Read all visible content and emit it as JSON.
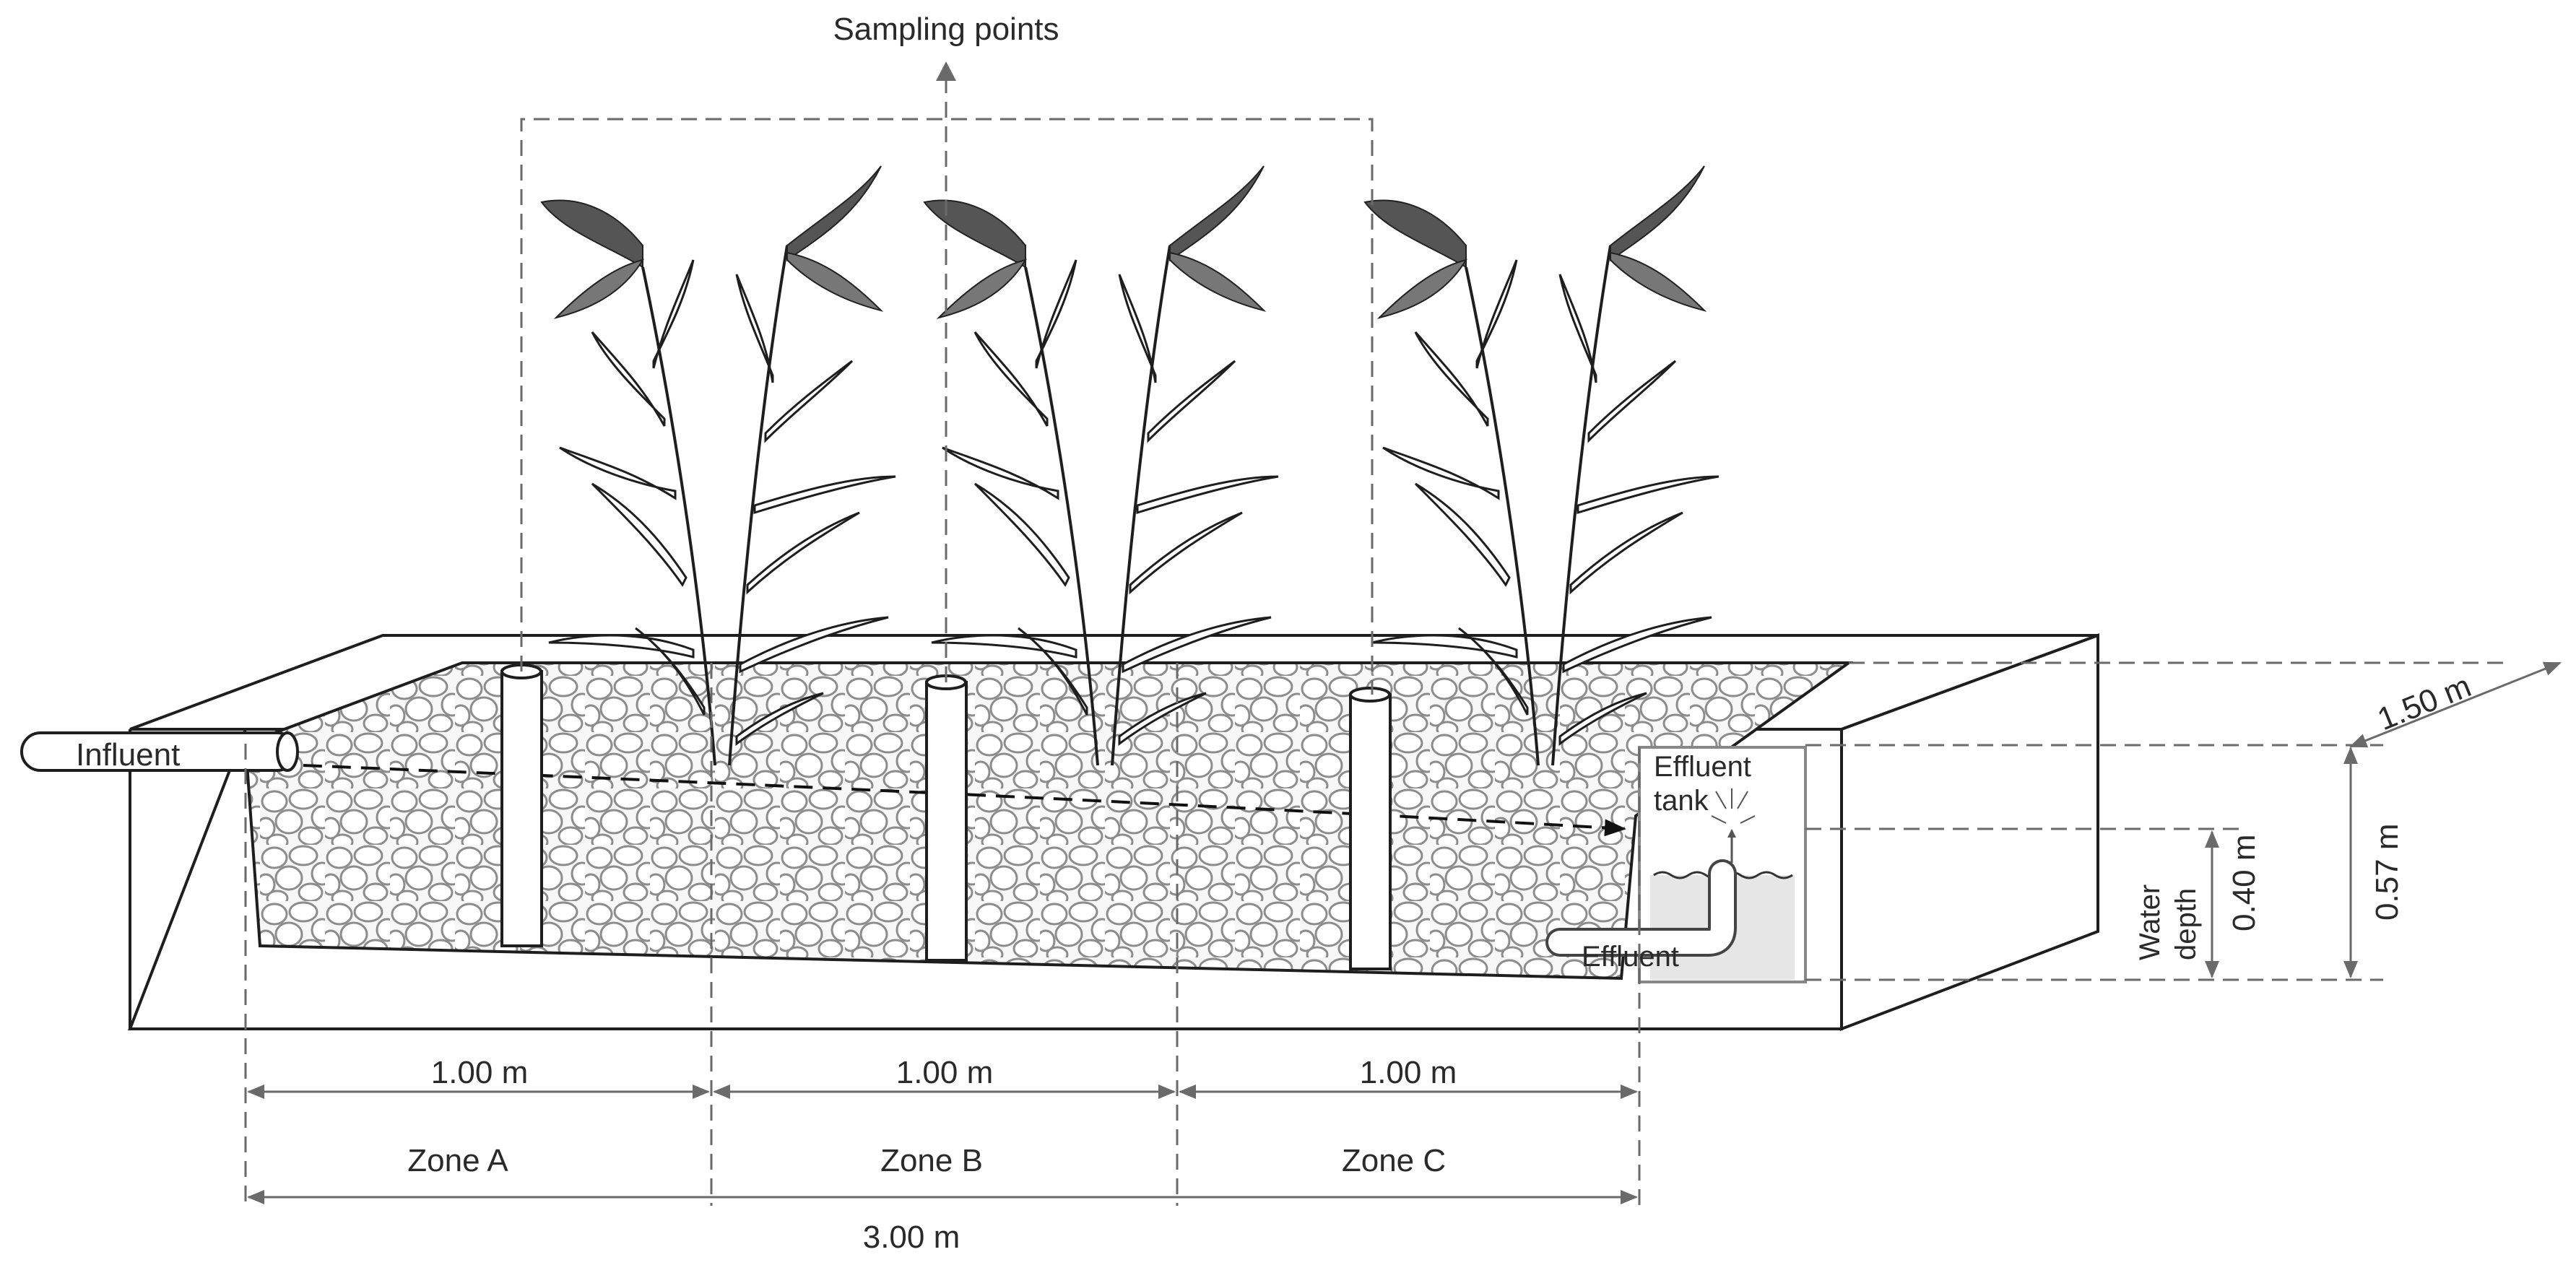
{
  "labels": {
    "sampling_points": "Sampling points",
    "influent": "Influent",
    "effluent_tank": [
      "Effluent",
      "tank"
    ],
    "effluent": "Effluent",
    "water_depth": [
      "Water",
      "depth"
    ],
    "width": "1.50 m",
    "height_total": "0.57 m",
    "height_water": "0.40 m",
    "zone_lengths": [
      "1.00 m",
      "1.00 m",
      "1.00 m"
    ],
    "zones": [
      "Zone A",
      "Zone B",
      "Zone C"
    ],
    "total_length": "3.00 m"
  },
  "colors": {
    "outline": "#1e1e1e",
    "dimension": "#6a6a6a",
    "gravel_stroke": "#8c8c8c",
    "water": "#e6e6e6",
    "text": "#2a2a2a"
  },
  "icons": [
    "reed-plant",
    "sampling-pipe",
    "influent-pipe",
    "effluent-pipe",
    "gravel-media"
  ]
}
